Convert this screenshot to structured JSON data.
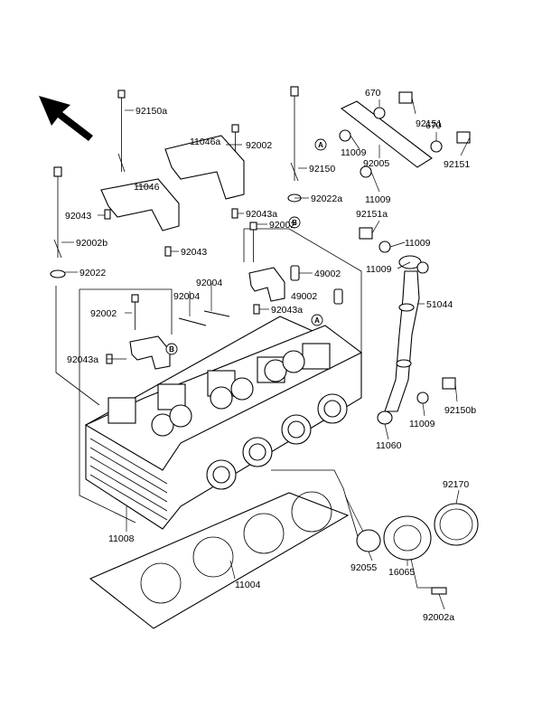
{
  "labels": {
    "l92150a": "92150a",
    "l11046a": "11046a",
    "l92002_top": "92002",
    "l11046": "11046",
    "l92043_left": "92043",
    "l92002b": "92002b",
    "l92043a_top": "92043a",
    "l92043_mid": "92043",
    "l92022": "92022",
    "l92002_mid": "92002",
    "l92004_a": "92004",
    "l92004_b": "92004",
    "l92002_left": "92002",
    "l92043a_left": "92043a",
    "l49002_a": "49002",
    "l49002_b": "49002",
    "l92043a_mid": "92043a",
    "l92150": "92150",
    "l92022a": "92022a",
    "l670_a": "670",
    "l670_b": "670",
    "l92151_a": "92151",
    "l92151_b": "92151",
    "l11009_a": "11009",
    "l92005": "92005",
    "l11009_b": "11009",
    "l92151a": "92151a",
    "l11009_c": "11009",
    "l11009_d": "11009",
    "l51044": "51044",
    "l92150b": "92150b",
    "l11009_e": "11009",
    "l11060": "11060",
    "l11008": "11008",
    "l11004": "11004",
    "l92170": "92170",
    "l92055": "92055",
    "l16065": "16065",
    "l92002a": "92002a"
  },
  "ref_tags": {
    "a": "A",
    "b": "B"
  },
  "icons": {
    "direction": "front-direction-arrow-icon"
  }
}
